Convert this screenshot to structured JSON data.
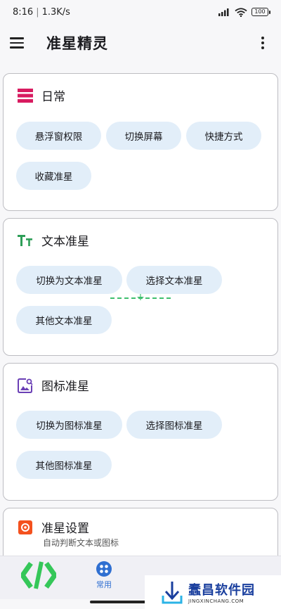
{
  "status_bar": {
    "time": "8:16",
    "speed": "1.3K/s",
    "battery": "100"
  },
  "app_bar": {
    "title": "准星精灵"
  },
  "cards": {
    "daily": {
      "title": "日常",
      "chips": [
        "悬浮窗权限",
        "切换屏幕",
        "快捷方式",
        "收藏准星"
      ]
    },
    "text": {
      "title": "文本准星",
      "chips": [
        "切换为文本准星",
        "选择文本准星",
        "其他文本准星"
      ]
    },
    "icon": {
      "title": "图标准星",
      "chips": [
        "切换为图标准星",
        "选择图标准星",
        "其他图标准星"
      ]
    },
    "settings": {
      "title": "准星设置",
      "subtitle": "自动判断文本或图标"
    }
  },
  "bottom_nav": {
    "active_label": "常用"
  },
  "watermark": {
    "title": "蠢昌软件园",
    "sub": "JINGXINCHANG.COM"
  },
  "colors": {
    "chip_bg": "#e2eef9",
    "daily_icon": "#d81b60",
    "text_icon": "#2e9e58",
    "icon_icon": "#6a3fb5",
    "settings_icon": "#f4511e",
    "nav_active": "#2f6fd1"
  }
}
